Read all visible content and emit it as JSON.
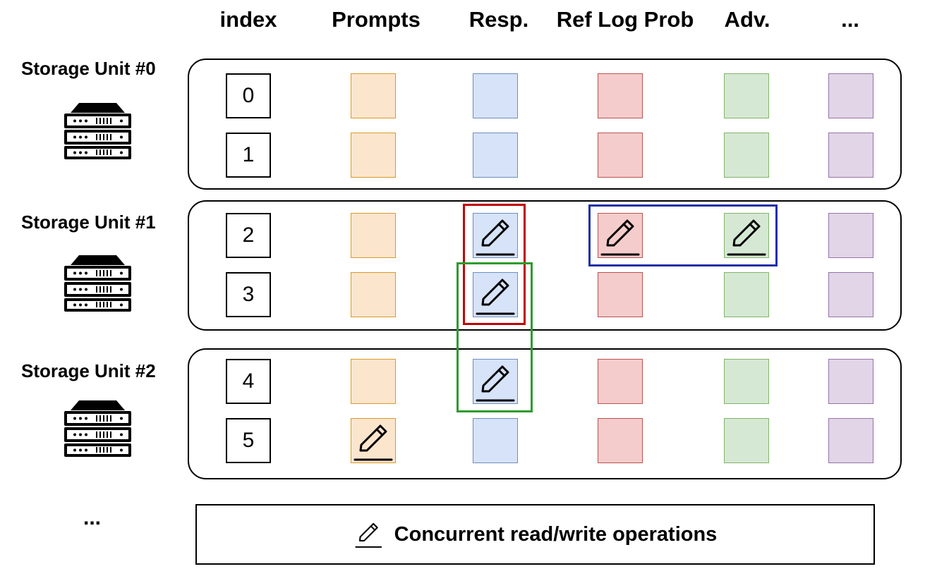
{
  "columns": [
    "index",
    "Prompts",
    "Resp.",
    "Ref Log Prob",
    "Adv.",
    "..."
  ],
  "storage_units": [
    {
      "label": "Storage Unit #0",
      "rows": [
        {
          "index": "0",
          "writes": []
        },
        {
          "index": "1",
          "writes": []
        }
      ]
    },
    {
      "label": "Storage Unit #1",
      "rows": [
        {
          "index": "2",
          "writes": [
            "Resp.",
            "Ref Log Prob",
            "Adv."
          ]
        },
        {
          "index": "3",
          "writes": [
            "Resp."
          ]
        }
      ]
    },
    {
      "label": "Storage Unit #2",
      "rows": [
        {
          "index": "4",
          "writes": [
            "Resp."
          ]
        },
        {
          "index": "5",
          "writes": [
            "Prompts"
          ]
        }
      ]
    }
  ],
  "more_units": "...",
  "legend": {
    "icon": "pencil-icon",
    "text": "Concurrent read/write operations"
  },
  "colors": {
    "prompts": "#fce5cd",
    "resp": "#d6e3f8",
    "ref_log_prob": "#f5cccc",
    "adv": "#d5e8d4",
    "more": "#e1d5e7",
    "highlight_red": "#c00000",
    "highlight_green": "#2e9b2e",
    "highlight_blue": "#1f2fa8"
  }
}
